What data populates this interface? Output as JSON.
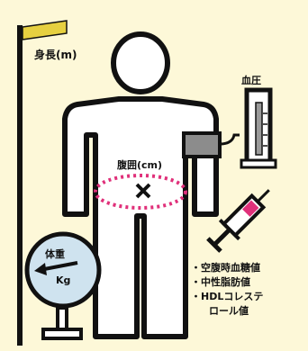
{
  "labels": {
    "height": "身長(m)",
    "blood_pressure": "血圧",
    "waist": "腹囲(cm)",
    "weight": "体重",
    "weight_unit": "Kg"
  },
  "blood_tests": [
    "・空腹時血糖値",
    "・中性脂肪値",
    "・HDLコレステ",
    "ロール値"
  ],
  "colors": {
    "background": "#fdf8d8",
    "outline": "#111111",
    "height_marker": "#e6d040",
    "waist_dots": "#e0307a",
    "syringe_blood": "#e0307a",
    "cuff": "#8c8c8c",
    "manometer_column": "#9a9a9a"
  },
  "icons": [
    "height-ruler",
    "bust-silhouette",
    "blood-pressure-gauge",
    "waist-measure-loop",
    "weight-scale",
    "syringe"
  ]
}
